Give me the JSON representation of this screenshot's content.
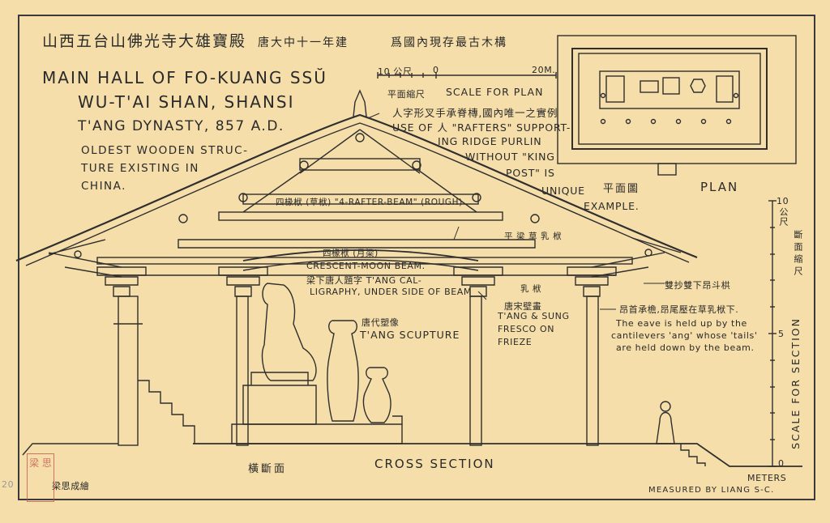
{
  "title_cn": "山西五台山佛光寺大雄寶殿",
  "date_cn": "唐大中十一年建",
  "claim_cn": "爲國內現存最古木構",
  "title_en_lines": [
    "MAIN HALL OF FO-KUANG SSŬ",
    "WU-T'AI SHAN, SHANSI",
    "T'ANG DYNASTY, 857 A.D."
  ],
  "subtitle_en_lines": [
    "OLDEST WOODEN STRUC-",
    "TURE EXISTING IN",
    "CHINA."
  ],
  "plan_scale": {
    "left_label": "10 公尺",
    "zero": "0",
    "right_label": "20M.",
    "cn": "平面縮尺",
    "en": "SCALE FOR PLAN"
  },
  "rafter_note": {
    "cn": "人字形叉手承脊槫,國內唯一之實例",
    "en_lines": [
      "USE OF 人 \"RAFTERS\" SUPPORT-",
      "ING RIDGE PURLIN",
      "WITHOUT \"KING",
      "POST\" IS"
    ],
    "unique": "UNIQUE",
    "example": "EXAMPLE."
  },
  "plan_label": {
    "cn": "平面圖",
    "en": "PLAN"
  },
  "beam_labels": {
    "four_rafter": "四椽栿 (草栿) \"4-RAFTER-BEAM\" (ROUGH)",
    "crescent_cn": "四椽栿 (月梁)",
    "pingliang": "平 梁",
    "ruliang_upper": "草 乳 栿",
    "ruliang_lower": "乳 栿"
  },
  "crescent_note": {
    "line1": "CRESCENT-MOON BEAM.",
    "line2": "梁下唐人題字  T'ANG CAL-",
    "line3": "LIGRAPHY, UNDER SIDE OF BEAM"
  },
  "sculpture_note": {
    "cn": "唐代塑像",
    "en": "T'ANG SCUPTURE"
  },
  "fresco_note": {
    "cn": "唐宋壁畫",
    "en_lines": [
      "T'ANG & SUNG",
      "FRESCO ON",
      "FRIEZE"
    ]
  },
  "bracket_note": "雙抄雙下昂斗栱",
  "eave_note": {
    "cn": "昂首承檐,昂尾壓在草乳栿下.",
    "en_lines": [
      "The eave is held up by the",
      "cantilevers 'ang' whose 'tails'",
      "are held down by the beam."
    ]
  },
  "section_scale": {
    "ten": "10",
    "unit_cn": "公尺",
    "five": "5",
    "zero": "0",
    "cn": "斷面縮尺",
    "en": "SCALE FOR SECTION",
    "meters": "METERS"
  },
  "section_cn": "橫斷面",
  "section_en": "CROSS SECTION",
  "measured_by": "MEASURED BY LIANG S-C.",
  "drafter_cn": "梁思成繪",
  "stamp_text": "梁 思",
  "margin_mark": "20",
  "colors": {
    "paper": "#f5dea9",
    "ink": "#2b2b2b",
    "stamp": "#c0504d"
  }
}
